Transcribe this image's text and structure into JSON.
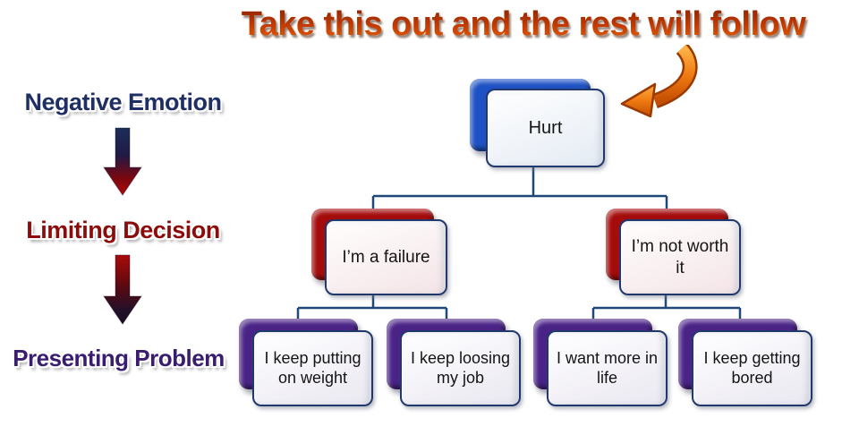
{
  "title": {
    "text": "Take this out and the rest will follow"
  },
  "left_rail": {
    "items": [
      {
        "label": "Negative Emotion",
        "color": "#1f2f63"
      },
      {
        "label": "Limiting Decision",
        "color": "#8c0b0b"
      },
      {
        "label": "Presenting Problem",
        "color": "#3a1d6e"
      }
    ],
    "arrows": [
      {
        "name": "negative-to-limiting",
        "gradient_top": "#1d2d5a",
        "gradient_bottom": "#b00b0b"
      },
      {
        "name": "limiting-to-presenting",
        "gradient_top": "#ab0b0b",
        "gradient_bottom": "#170c26"
      }
    ]
  },
  "annotation": {
    "shape": "curved-arrow",
    "color": "#f07b12",
    "points_to": "Hurt"
  },
  "tree": {
    "connector_color": "#1f4878",
    "root": {
      "label": "Hurt",
      "category": "Negative Emotion",
      "back_color": "#1e52c4"
    },
    "level2": [
      {
        "label": "I’m a failure",
        "category": "Limiting Decision",
        "back_color": "#a40c0c",
        "parent": "Hurt"
      },
      {
        "label": "I’m not worth it",
        "category": "Limiting Decision",
        "back_color": "#a40c0c",
        "parent": "Hurt"
      }
    ],
    "level3": [
      {
        "label": "I keep putting on weight",
        "category": "Presenting Problem",
        "back_color": "#4a2387",
        "parent": "I’m a failure"
      },
      {
        "label": "I keep loosing my job",
        "category": "Presenting Problem",
        "back_color": "#4a2387",
        "parent": "I’m a failure"
      },
      {
        "label": "I want more in life",
        "category": "Presenting Problem",
        "back_color": "#4a2387",
        "parent": "I’m not worth it"
      },
      {
        "label": "I keep getting bored",
        "category": "Presenting Problem",
        "back_color": "#4a2387",
        "parent": "I’m not worth it"
      }
    ]
  }
}
